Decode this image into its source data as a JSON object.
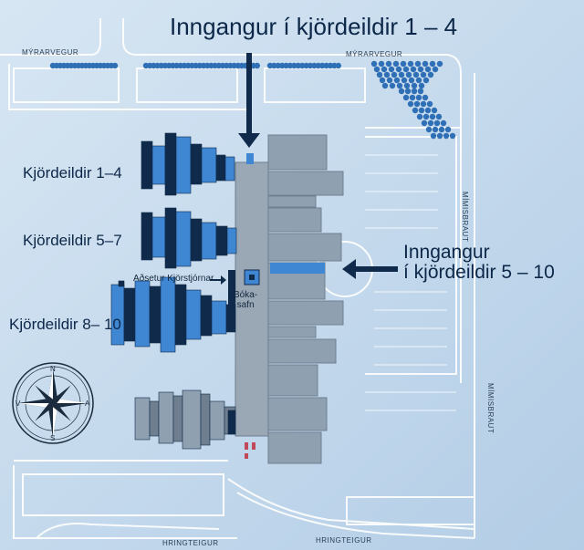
{
  "heading_top": "Inngangur í  kjördeildir 1 – 4",
  "wards": {
    "group_1": "Kjördeildir 1–4",
    "group_2": "Kjördeildir 5–7",
    "group_3": "Kjördeildir 8– 10"
  },
  "entrance_right": {
    "line1": "Inngangur",
    "line2": "í kjördeildir 5 – 10"
  },
  "office_label": "Aðsetur Kjörstjórnar",
  "library_label": {
    "line1": "Bóka-",
    "line2": "safn"
  },
  "streets": {
    "myrarvegur": "MÝRARVEGUR",
    "mimisbraut": "MÍMISBRAUT",
    "hringteigur": "HRINGTEIGUR"
  },
  "compass": {
    "n": "N",
    "s": "S",
    "a": "A",
    "v": "V"
  },
  "colors": {
    "background": "#c4d9ec",
    "highlight_blue": "#3f86d3",
    "dark_navy": "#0f2a4a",
    "building_gray": "#8fa0b1",
    "parking_dot": "#2f6fb5"
  }
}
